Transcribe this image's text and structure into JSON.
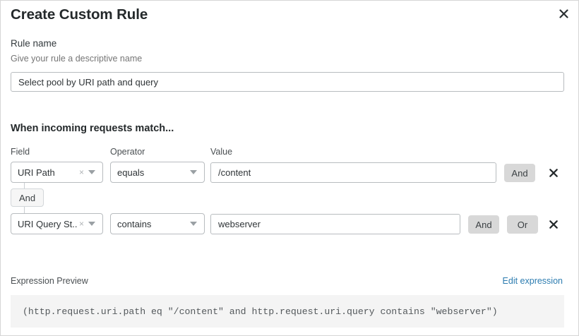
{
  "dialog": {
    "title": "Create Custom Rule",
    "close_icon": "close-icon"
  },
  "rule_name": {
    "label": "Rule name",
    "hint": "Give your rule a descriptive name",
    "value": "Select pool by URI path and query",
    "placeholder": "Select pool by URI path and query"
  },
  "conditions": {
    "heading": "When incoming requests match...",
    "columns": {
      "field": "Field",
      "operator": "Operator",
      "value": "Value"
    },
    "connector": {
      "label": "And"
    },
    "rows": [
      {
        "field": "URI Path",
        "operator": "equals",
        "value": "/content",
        "clear_icon": "×",
        "buttons": [
          "And"
        ],
        "delete_icon": "×"
      },
      {
        "field": "URI Query St...",
        "operator": "contains",
        "value": "webserver",
        "clear_icon": "×",
        "buttons": [
          "And",
          "Or"
        ],
        "delete_icon": "×"
      }
    ]
  },
  "expression_preview": {
    "label": "Expression Preview",
    "edit_link": "Edit expression",
    "code": "(http.request.uri.path eq \"/content\" and http.request.uri.query contains \"webserver\")"
  },
  "colors": {
    "link": "#2c7cb0",
    "chip_bg": "#d8d8d8",
    "preview_bg": "#f4f4f4"
  }
}
